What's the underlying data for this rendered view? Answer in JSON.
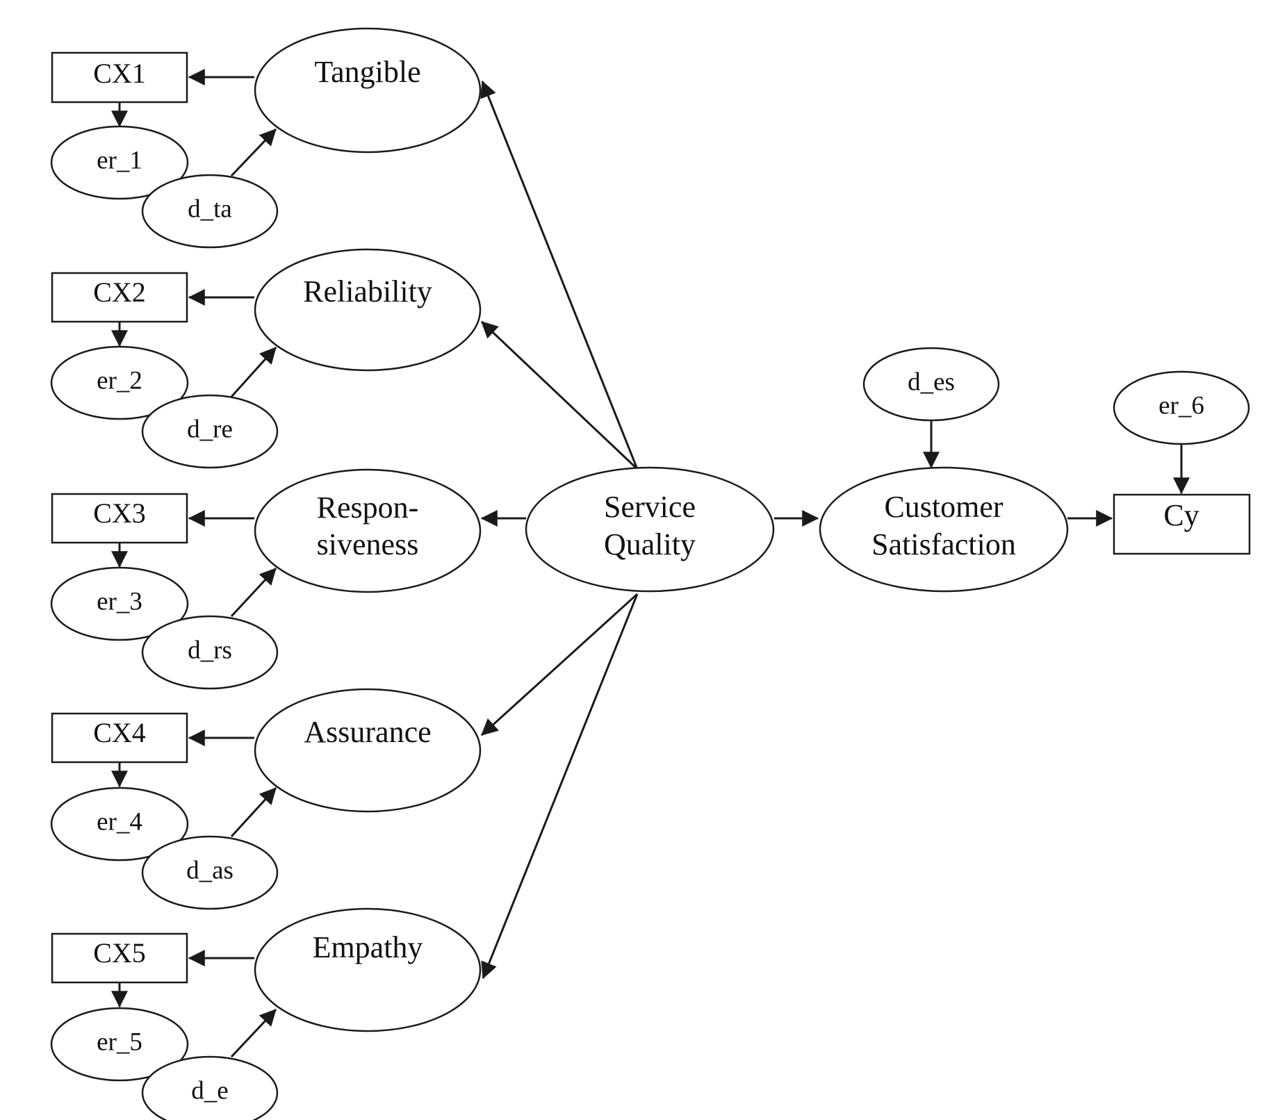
{
  "indicators": {
    "cx1": "CX1",
    "cx2": "CX2",
    "cx3": "CX3",
    "cx4": "CX4",
    "cx5": "CX5",
    "cy": "Cy"
  },
  "dimensions": {
    "tangible": "Tangible",
    "reliability": "Reliability",
    "responsiveness_line1": "Respon-",
    "responsiveness_line2": "siveness",
    "assurance": "Assurance",
    "empathy": "Empathy"
  },
  "errors": {
    "er_1": "er_1",
    "er_2": "er_2",
    "er_3": "er_3",
    "er_4": "er_4",
    "er_5": "er_5",
    "er_6": "er_6"
  },
  "disturbances": {
    "d_ta": "d_ta",
    "d_re": "d_re",
    "d_rs": "d_rs",
    "d_as": "d_as",
    "d_e": "d_e",
    "d_es": "d_es"
  },
  "constructs": {
    "service_quality_line1": "Service",
    "service_quality_line2": "Quality",
    "customer_satisfaction_line1": "Customer",
    "customer_satisfaction_line2": "Satisfaction"
  }
}
